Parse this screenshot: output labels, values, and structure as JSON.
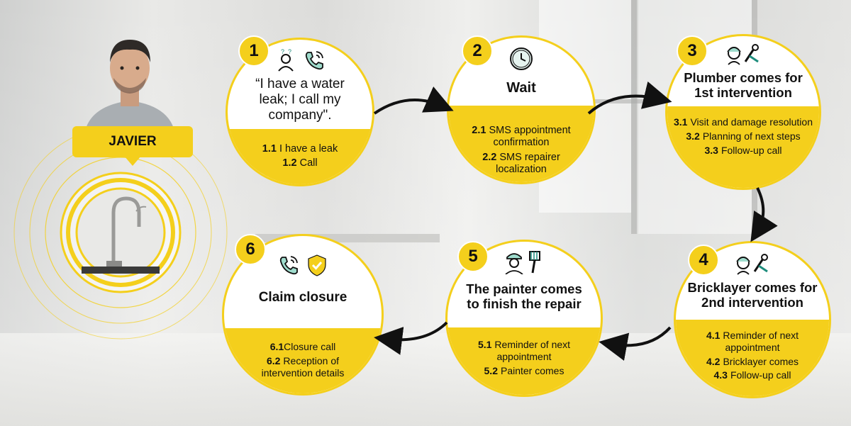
{
  "colors": {
    "accent": "#f4cf1c",
    "text": "#111111",
    "icon_teal": "#1c8c7c"
  },
  "person": {
    "name": "JAVIER"
  },
  "steps": [
    {
      "number": "1",
      "title": "“I have a water leak; I call my company\".",
      "icons": [
        "person-question-icon",
        "phone-call-icon"
      ],
      "items": [
        {
          "num": "1.1",
          "text": "I have a leak"
        },
        {
          "num": "1.2",
          "text": "Call"
        }
      ]
    },
    {
      "number": "2",
      "title": "Wait",
      "icons": [
        "clock-icon"
      ],
      "items": [
        {
          "num": "2.1",
          "text": "SMS appointment confirmation"
        },
        {
          "num": "2.2",
          "text": "SMS repairer localization"
        }
      ]
    },
    {
      "number": "3",
      "title": "Plumber comes for 1st intervention",
      "icons": [
        "worker-tools-icon"
      ],
      "items": [
        {
          "num": "3.1",
          "text": "Visit and damage resolution"
        },
        {
          "num": "3.2",
          "text": "Planning of next steps"
        },
        {
          "num": "3.3",
          "text": "Follow-up call"
        }
      ]
    },
    {
      "number": "4",
      "title": "Bricklayer comes for 2nd intervention",
      "icons": [
        "worker-tools-icon"
      ],
      "items": [
        {
          "num": "4.1",
          "text": "Reminder of next appointment"
        },
        {
          "num": "4.2",
          "text": "Bricklayer comes"
        },
        {
          "num": "4.3",
          "text": "Follow-up call"
        }
      ]
    },
    {
      "number": "5",
      "title": "The painter comes to finish the repair",
      "icons": [
        "painter-brush-icon"
      ],
      "items": [
        {
          "num": "5.1",
          "text": "Reminder of next appointment"
        },
        {
          "num": "5.2",
          "text": "Painter comes"
        }
      ]
    },
    {
      "number": "6",
      "title": "Claim closure",
      "icons": [
        "phone-call-icon",
        "shield-check-icon"
      ],
      "items": [
        {
          "num": "6.1",
          "text": "Closure call"
        },
        {
          "num": "6.2",
          "text": "Reception of intervention details"
        }
      ]
    }
  ]
}
